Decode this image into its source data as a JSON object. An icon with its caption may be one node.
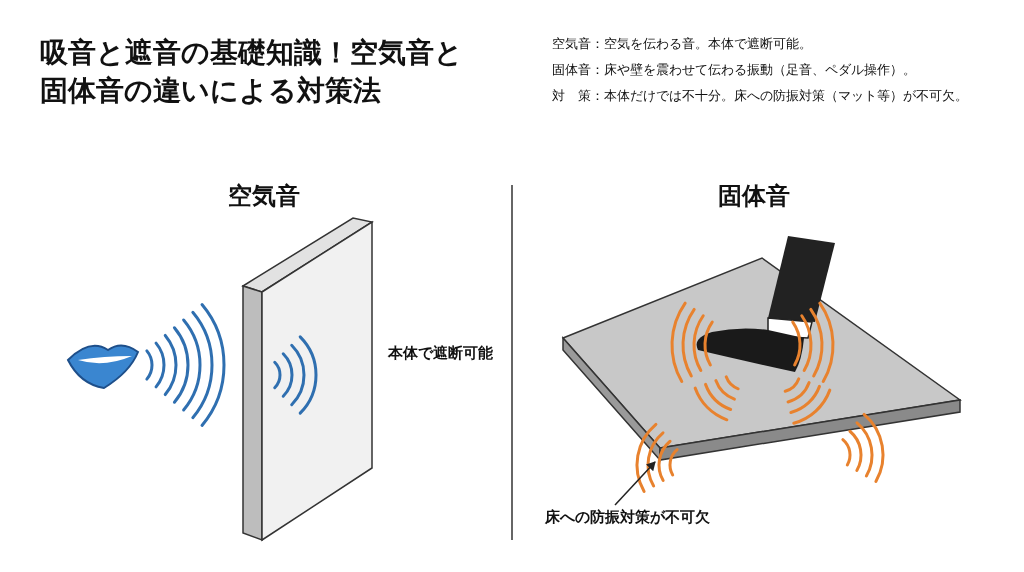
{
  "diagram": {
    "title": "吸音と遮音の基礎知識！空気音と固体音の違いによる対策法",
    "nodes": [
      {
        "text": [
          "床への防振対策が不可欠"
        ]
      },
      {
        "text": [],
        "shape": "box"
      }
    ],
    "edges": [
      {
        "from": 0,
        "to": 1,
        "arrow": "to"
      }
    ],
    "labels": [
      "空気音：空気を伝わる音。本体で遮断可能。",
      "固体音：床や壁を震わせて伝わる振動（足音、ペダル操作）。",
      "対　策：本体だけでは不十分。床への防振対策（マット等）が不可欠。",
      "空気音",
      "固体音",
      "本体で遮断可能"
    ]
  }
}
